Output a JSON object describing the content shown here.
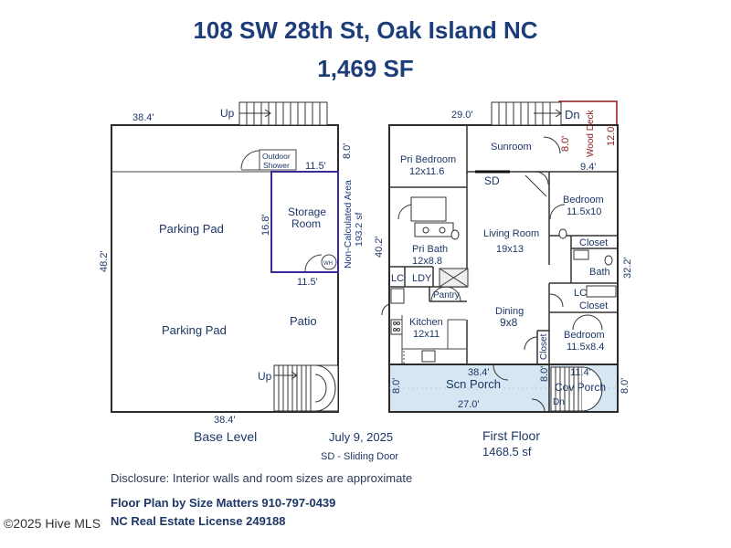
{
  "header": {
    "title": "108 SW 28th St, Oak Island NC",
    "area": "1,469 SF"
  },
  "base_level": {
    "label": "Base Level",
    "dims": {
      "top": "38.4'",
      "bottom": "38.4'",
      "left": "48.2'",
      "storage_right": "8.0'",
      "storage_top": "11.5'",
      "storage_bottom": "11.5'",
      "storage_left": "16.8'"
    },
    "rooms": {
      "parking_pad_1": "Parking Pad",
      "parking_pad_2": "Parking Pad",
      "storage_room_1": "Storage",
      "storage_room_2": "Room",
      "outdoor_shower_1": "Outdoor",
      "outdoor_shower_2": "Shower",
      "patio": "Patio",
      "wh": "WH",
      "stairs_up_top": "Up",
      "stairs_up_bottom": "Up"
    },
    "non_calc_area": "Non-Calculated Area",
    "non_calc_sf": "193.2 sf"
  },
  "first_floor": {
    "label": "First Floor",
    "sf": "1468.5 sf",
    "dims": {
      "top": "29.0'",
      "left": "40.2'",
      "right": "32.2'",
      "deck_width": "9.4'",
      "deck_height": "12.0'",
      "deck_side": "8.0'",
      "porch_top": "38.4'",
      "porch_bottom": "27.0'",
      "porch_left": "8.0'",
      "porch_mid": "8.0'",
      "cov_top": "11.4'",
      "cov_right": "8.0'"
    },
    "rooms": {
      "pri_bedroom_name": "Pri Bedroom",
      "pri_bedroom_size": "12x11.6",
      "sunroom": "Sunroom",
      "wood_deck": "Wood Deck",
      "dn_top": "Dn",
      "dn_bottom": "Dn",
      "sd": "SD",
      "bedroom1_name": "Bedroom",
      "bedroom1_size": "11.5x10",
      "living_name": "Living Room",
      "living_size": "19x13",
      "pri_bath_name": "Pri Bath",
      "pri_bath_size": "12x8.8",
      "closet1": "Closet",
      "bath": "Bath",
      "lc1": "LC",
      "ldy": "LDY",
      "lc2": "LC",
      "closet2": "Closet",
      "pantry": "Pantry",
      "dining_name": "Dining",
      "dining_size": "9x8",
      "kitchen_name": "Kitchen",
      "kitchen_size": "12x11",
      "closet3": "Closet",
      "bedroom2_name": "Bedroom",
      "bedroom2_size": "11.5x8.4",
      "scn_porch": "Scn Porch",
      "cov_porch": "Cov Porch"
    }
  },
  "date": "July 9, 2025",
  "sd_legend": "SD - Sliding Door",
  "disclosure": "Disclosure: Interior walls and room sizes are approximate",
  "credit_line1": "Floor Plan by Size Matters 910-797-0439",
  "credit_line2": "NC Real Estate License 249188",
  "watermark": "©2025 Hive MLS"
}
